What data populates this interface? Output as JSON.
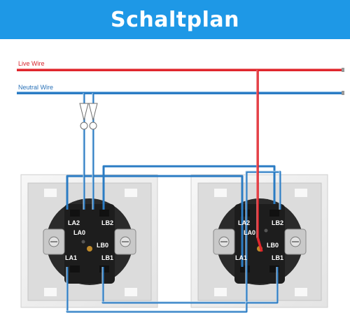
{
  "header": {
    "title": "Schaltplan"
  },
  "wires": {
    "live_label": "Live Wire",
    "neutral_label": "Neutral Wire",
    "live_color": "#e0262d",
    "neutral_color": "#2b7cc4"
  },
  "switches": [
    {
      "terminals": {
        "la2": "LA2",
        "lb2": "LB2",
        "la0": "LA0",
        "lb0": "LB0",
        "la1": "LA1",
        "lb1": "LB1"
      }
    },
    {
      "terminals": {
        "la2": "LA2",
        "lb2": "LB2",
        "la0": "LA0",
        "lb0": "LB0",
        "la1": "LA1",
        "lb1": "LB1"
      }
    }
  ],
  "colors": {
    "banner": "#1e98e6",
    "plate": "#f2f2f2",
    "mechanism": "#2a2a2a"
  },
  "icons": [
    "connector-icon",
    "screw-icon"
  ]
}
